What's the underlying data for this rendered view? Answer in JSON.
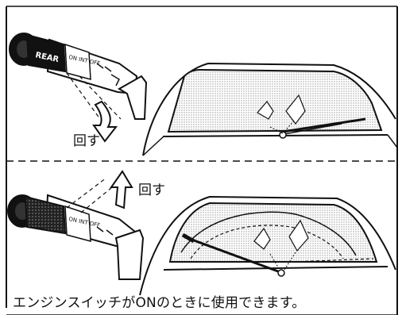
{
  "panels": {
    "top": {
      "rotate_label": "回す"
    },
    "bottom": {
      "rotate_label": "回す"
    }
  },
  "caption": "エンジンスイッチがONのときに使用できます。",
  "switch": {
    "band_label": "REAR",
    "positions": [
      "ON",
      "INT",
      "OFF"
    ]
  }
}
